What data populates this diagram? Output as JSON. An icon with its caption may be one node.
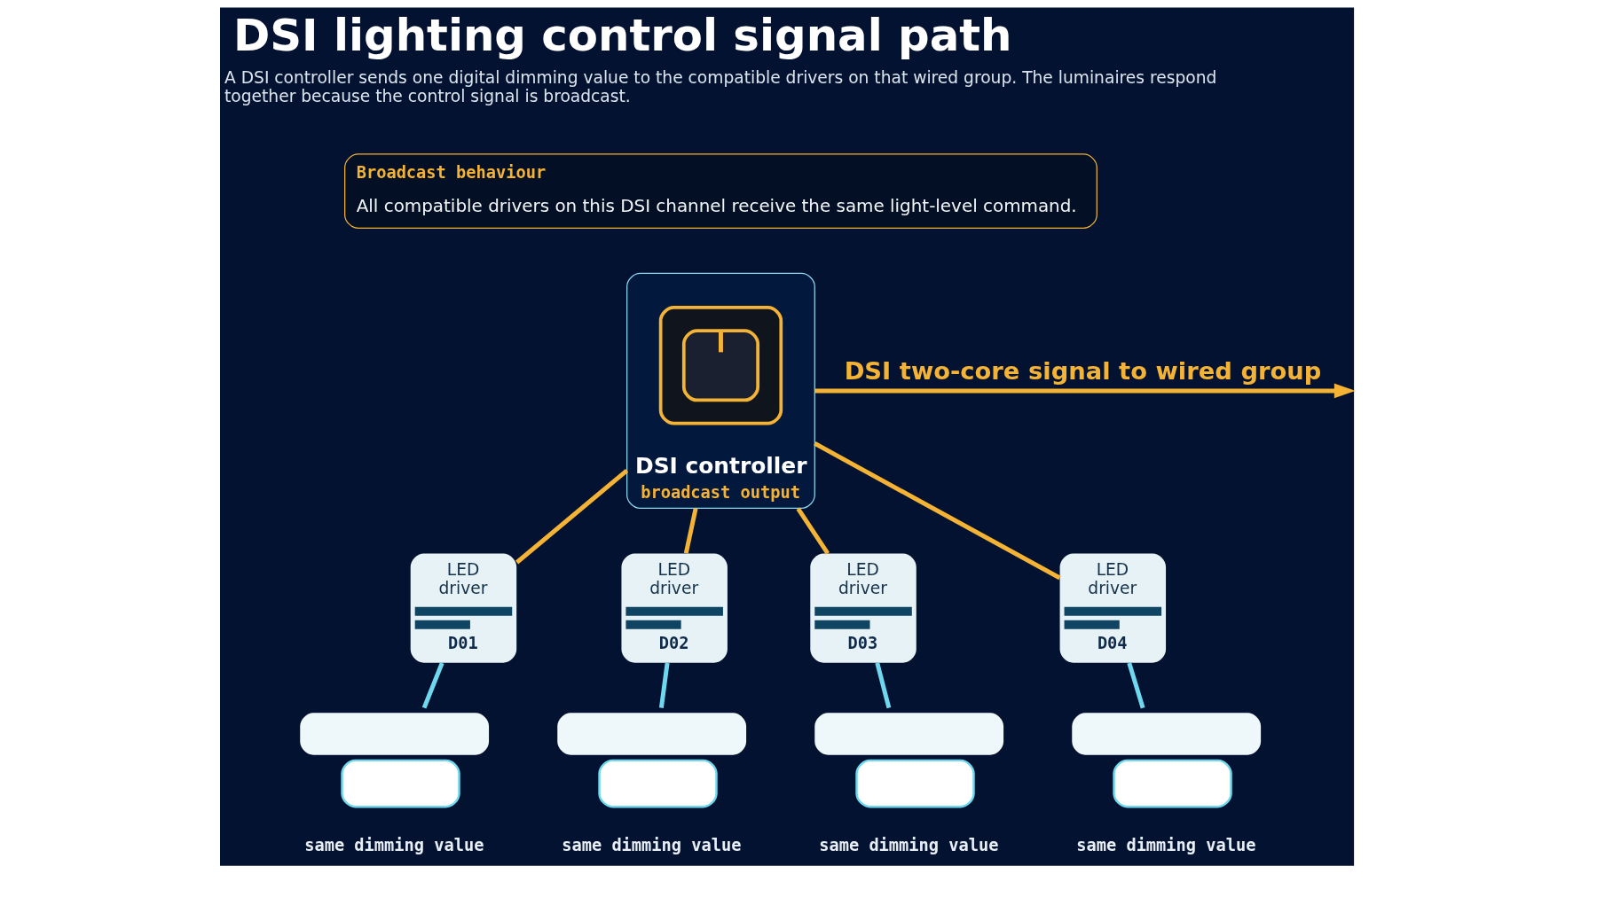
{
  "diagram": {
    "title": "DSI lighting control signal path",
    "nodes": [
      {
        "text": [
          "DSI controller",
          "broadcast output"
        ]
      },
      {
        "text": [
          "Broadcast behaviour",
          "All compatible drivers on this DSI channel receive the same light-level command."
        ]
      },
      {
        "text": [
          "LED driver",
          "D01"
        ]
      },
      {
        "text": [
          "LED driver",
          "D02"
        ]
      },
      {
        "text": [
          "LED driver",
          "D03"
        ]
      },
      {
        "text": [
          "LED driver",
          "D04"
        ]
      },
      {
        "text": [],
        "shape": "picture",
        "beside": [
          "same dimming value"
        ]
      },
      {
        "text": [],
        "shape": "picture",
        "beside": [
          "same dimming value"
        ]
      },
      {
        "text": [],
        "shape": "picture",
        "beside": [
          "same dimming value"
        ]
      },
      {
        "text": [],
        "shape": "picture",
        "beside": [
          "same dimming value"
        ]
      }
    ],
    "edges": [
      {
        "from": 0,
        "to": null,
        "arrow": "to",
        "label": "DSI two-core signal to wired group"
      },
      {
        "from": 0,
        "to": 2,
        "arrow": "none"
      },
      {
        "from": 0,
        "to": 3,
        "arrow": "none"
      },
      {
        "from": 0,
        "to": 4,
        "arrow": "none"
      },
      {
        "from": 0,
        "to": 5,
        "arrow": "none"
      },
      {
        "from": 2,
        "to": 6,
        "arrow": "none",
        "color": "#6fd8ee"
      },
      {
        "from": 3,
        "to": 7,
        "arrow": "none",
        "color": "#6fd8ee"
      },
      {
        "from": 4,
        "to": 8,
        "arrow": "none",
        "color": "#6fd8ee"
      },
      {
        "from": 5,
        "to": 9,
        "arrow": "none",
        "color": "#6fd8ee"
      }
    ],
    "labels": [
      "A DSI controller sends one digital dimming value to the compatible drivers on that wired group. The luminaires respond together because the control signal is broadcast."
    ]
  }
}
